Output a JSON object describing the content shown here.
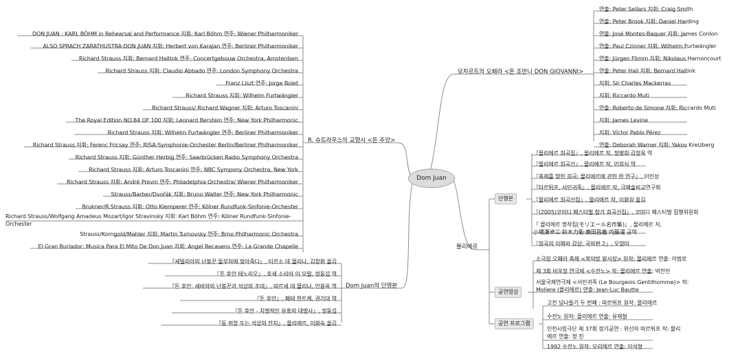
{
  "root": "Dom Juan",
  "colors": {
    "line": "#8a8a8a",
    "node_fill": "#dcdcdc",
    "box_fill": "#e6e6e6"
  },
  "branches": {
    "mozart": {
      "label": "모차르트의 오페라 <돈 조반니 DON GIOVANNI>",
      "items": [
        "연출: Peter Sellars 지휘: Craig Smith",
        "연출: Peter Brook 지휘: Daniel Harding",
        "연출: José Montes-Baquer 지휘: James Conlon",
        "연출: Paul Czinner 지휘: Wilhelm Furtwängler",
        "연출: Jürgen Flimm 지휘: Nikolaus Harnoncourt",
        "연출: Peter Hall 지휘: Bernard Haitink",
        "지휘: Sir Charles Mackerras",
        "지휘: Riccardo Muti",
        "연출: Roberto de Simone 지휘: Riccardo Muti",
        "지휘: James Levine",
        "지휘: Víctor Pablo Pérez",
        "연출: Deborah Warner 지휘: Yakov Kreizberg"
      ]
    },
    "strauss": {
      "label": "R. 슈트라우스의 교향시 <돈 주앙>",
      "items": [
        "DON JUAN : KARL BÖHM in Rehearsal and Performance  지휘: Karl Böhm   연주: Wiener Philharmoniker",
        "ALSO SPRACH ZARATHUSTRA·DON JUAN 지휘: Herbert von Karajan 연주: Berliner Philharmoniker",
        "Richard Strauss  지휘: Bernard Haitink 연주: Concertgebouw Orchestra, Amsterdam",
        "Richard Strauss  지휘: Claudio Abbado 연주: London Symphony Orchestra",
        "Franz Liszt  연주: Jorge Bolet",
        "Richard Strauss  지휘: Wilhelm Furtwängler",
        "Richard Strauss/ Richard Wagner  지휘: Arturo Toscanini",
        "The Royal Edition NO.84 OF 100  지휘: Leonard Berstein 연주: New York Philharmonic",
        "Richard Strauss  지휘: Wilhelm Furtwängler 연주: Berliner Philharmoniker",
        "Richard Strauss  지휘: Ferenc Fricsay 연주: RISA-Symphonie-Orchester Berlin/Berliner Philharmoniker",
        "Richard Strauss  지휘: Günther Herbig 연주: Saarbrücken Radio Symphony Orchestra",
        "Richard Strauss   지휘: Arturo Toscanini 연주: NBC Sympony Orchestra, New York",
        "Richard Strauss   지휘: André Previn 연주: Philadelphia Orchestra/ Wiener Philharmoniker",
        "Strauss/Barber/Dvořák  지휘: Bruno Walter 연주: New York Philharmonic",
        "Brukner/R.Strauss  지휘: Otto Klemperer 연주: Kölner Rundfunk-Sinfonie-Orchester",
        "Richard Strauss/Wolfgang Amadeus Mozart/Igor Stravinsky  지휘: Karl Böhm 연주: Kölner Rundfunk-Sinfonie-Orchester",
        "Strauss/Korngold/Mahler  지휘: Martin Turnovsky 연주: Brno Philharmonic Orchestra",
        "El Gran Burlador: Musica Para El Mito De Don Juan 지휘: Angel Recasens 연주: La Grande Chapelle"
      ]
    },
    "books": {
      "label": "Dom Juan의 단행본",
      "items": [
        "『세빌리아의 난봉꾼 돌부처에 맞아죽다』, 티르소 데 몰리나, 김창환 옮김",
        "『돈 후안 테노리오』, 호세 소리아 이 모랄, 정동섭 역",
        "『돈 후안: 세비야의 난봉꾼과 석상의 초대』, 띠르세 데 몰리나, 안용옥 역",
        "『돈 후안』, 페테 한트케, 권기대 역",
        "『돈 후안 - 치명적인 유혹의 대명사』, 정동섭",
        "『동 쥐앙 또는 석상의 잔치』, 몰리에르, 이화숙 옮김"
      ]
    },
    "moliere": {
      "label": "몰리에르",
      "books": {
        "label": "단행본",
        "items": [
          "『몰리에르 희곡집』, 몰리에르 작, 정병희·김정옥 역",
          "『몰리에르 희곡선』, 몰리에르 작, 민희식 역",
          "『축제를 향한 희곡: 몰리에르에 관한 한 연구』, 이인성",
          "『타르튀프, 서민귀족』, 몰리에르 작, 극예술비교연구회",
          "『몰리에르 희곡선집』, 몰리에르 작, 이화원 옮김",
          "『(2005)코미디 페스티벌 참가 희곡선집』, 코미디 페스티벌 집행위원회",
          "『 몰리에르 명작집(モリエール名作集)』, 몰리에르 저, 小場瀬卓三·鈴木力衛·廣田昌義·内藤濯 공역",
          "『희곡의 이해와 감상; 국외편 2』, 오영미"
        ]
      },
      "performance": {
        "label": "공연영상",
        "items": [
          "소극장 오페라 축제 <복덕방 왕사장> 원작: 몰리에르 연출: 이범로",
          "제 3회 비포장 연극제 <수전노> 작: 몰리에르 연출: 박찬진",
          "서울국제연극제 <서민귀족 (Le Bourgeois Gentilhomme)> 작: Moliere (몰리에르) 연출: Jean-Luc Bautte"
        ]
      },
      "programs": {
        "label": "공연 프로그램",
        "items": [
          "고전 넘나들기 두 번째 : 따르뛰프  원작: 몰리에르",
          "수전노  원작: 몰리에르 연출: 유재철",
          "인천시립극단 제 37회 정기공연 : 위선자 따르뛰프 작: 몰리에르 연출: 정 진",
          "1992 수전노  원작: 모리에르 연출: 이석형"
        ]
      }
    }
  }
}
